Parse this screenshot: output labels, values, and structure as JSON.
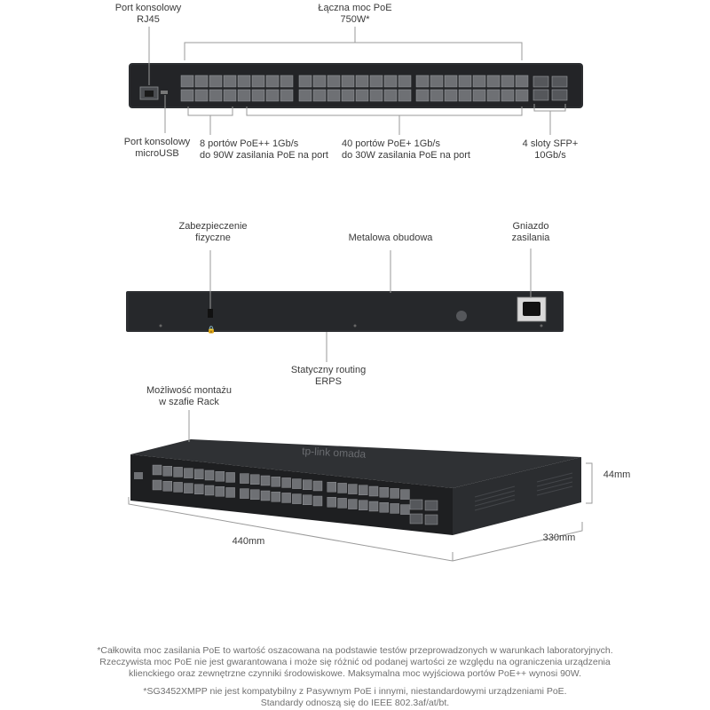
{
  "front": {
    "rj45_console": [
      "Port konsolowy",
      "RJ45"
    ],
    "total_poe": [
      "Łączna moc PoE",
      "750W*"
    ],
    "micro_usb": [
      "Port konsolowy",
      "microUSB"
    ],
    "poe_plus_plus": [
      "8 portów PoE++ 1Gb/s",
      "do 90W zasilania PoE na port"
    ],
    "poe_plus": [
      "40 portów PoE+ 1Gb/s",
      "do 30W zasilania PoE na port"
    ],
    "sfp": [
      "4 sloty SFP+",
      "10Gb/s"
    ]
  },
  "back": {
    "security": [
      "Zabezpieczenie",
      "fizyczne"
    ],
    "metal_case": [
      "Metalowa obudowa"
    ],
    "power_socket": [
      "Gniazdo",
      "zasilania"
    ],
    "routing": [
      "Statyczny routing",
      "ERPS"
    ]
  },
  "iso": {
    "rack": [
      "Możliwość montażu",
      "w szafie Rack"
    ],
    "height": "44mm",
    "width": "440mm",
    "depth": "330mm",
    "brand": "tp-link omada"
  },
  "footnotes": {
    "note1": [
      "*Całkowita moc zasilania PoE to wartość oszacowana na podstawie testów przeprowadzonych w warunkach laboratoryjnych.",
      "Rzeczywista moc PoE nie jest gwarantowana i może się różnić od podanej wartości ze względu na ograniczenia urządzenia",
      "klienckiego oraz zewnętrzne czynniki środowiskowe. Maksymalna moc wyjściowa portów PoE++ wynosi 90W."
    ],
    "note2": [
      "*SG3452XMPP nie jest kompatybilny z Pasywnym PoE i innymi, niestandardowymi urządzeniami PoE.",
      "Standardy odnoszą się do IEEE 802.3af/at/bt."
    ]
  },
  "colors": {
    "chassis": "#2b2d30",
    "chassis_front": "#1e1f21",
    "port": "#6e7074",
    "callout_line": "#9a9a9a"
  }
}
